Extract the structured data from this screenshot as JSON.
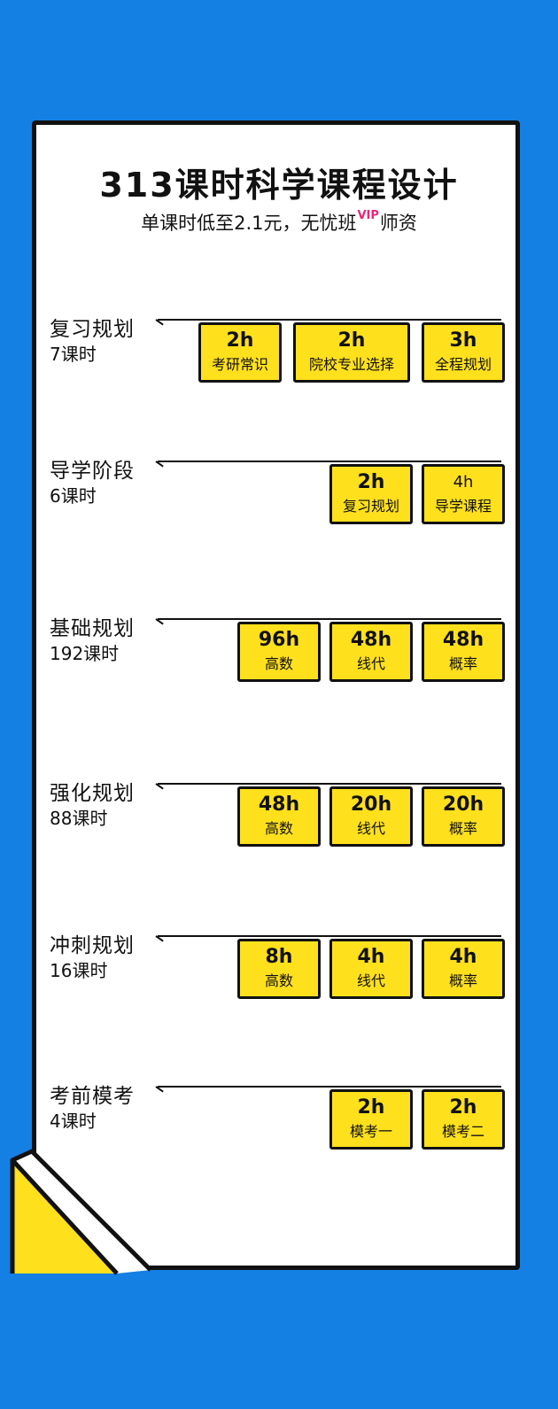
{
  "header": {
    "title": "313课时科学课程设计",
    "subtitle_pre": "单课时低至2.1元，无忧班",
    "subtitle_vip": "VIP",
    "subtitle_post": "师资"
  },
  "colors": {
    "background": "#1580e3",
    "card": "#ffffff",
    "box": "#ffe01c",
    "vip": "#e8287a",
    "outline": "#111111"
  },
  "sections": [
    {
      "name": "复习规划",
      "hours": "7课时",
      "items": [
        {
          "hours": "2h",
          "label": "考研常识"
        },
        {
          "hours": "2h",
          "label": "院校专业选择"
        },
        {
          "hours": "3h",
          "label": "全程规划"
        }
      ]
    },
    {
      "name": "导学阶段",
      "hours": "6课时",
      "items": [
        {
          "hours": "2h",
          "label": "复习规划"
        },
        {
          "hours": "4h",
          "label": "导学课程"
        }
      ]
    },
    {
      "name": "基础规划",
      "hours": "192课时",
      "items": [
        {
          "hours": "96h",
          "label": "高数"
        },
        {
          "hours": "48h",
          "label": "线代"
        },
        {
          "hours": "48h",
          "label": "概率"
        }
      ]
    },
    {
      "name": "强化规划",
      "hours": "88课时",
      "items": [
        {
          "hours": "48h",
          "label": "高数"
        },
        {
          "hours": "20h",
          "label": "线代"
        },
        {
          "hours": "20h",
          "label": "概率"
        }
      ]
    },
    {
      "name": "冲刺规划",
      "hours": "16课时",
      "items": [
        {
          "hours": "8h",
          "label": "高数"
        },
        {
          "hours": "4h",
          "label": "线代"
        },
        {
          "hours": "4h",
          "label": "概率"
        }
      ]
    },
    {
      "name": "考前模考",
      "hours": "4课时",
      "items": [
        {
          "hours": "2h",
          "label": "模考一"
        },
        {
          "hours": "2h",
          "label": "模考二"
        }
      ]
    }
  ]
}
